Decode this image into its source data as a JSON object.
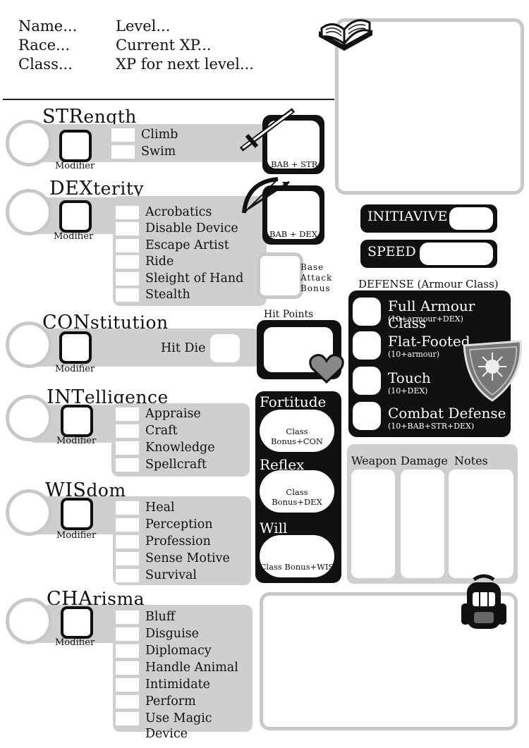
{
  "header": {
    "name": "Name...",
    "race": "Race...",
    "class": "Class...",
    "level": "Level...",
    "current_xp": "Current XP...",
    "next_xp": "XP for next level..."
  },
  "modifier_label": "Modifier",
  "str": {
    "abbr": "STR",
    "rest": "ength",
    "skills": [
      "Climb",
      "Swim"
    ],
    "attack_label": "BAB + STR"
  },
  "dex": {
    "abbr": "DEX",
    "rest": "terity",
    "skills": [
      "Acrobatics",
      "Disable Device",
      "Escape Artist",
      "Ride",
      "Sleight of Hand",
      "Stealth"
    ],
    "attack_label": "BAB + DEX"
  },
  "con": {
    "abbr": "CON",
    "rest": "stitution",
    "hit_die_label": "Hit Die"
  },
  "int": {
    "abbr": "INT",
    "rest": "elligence",
    "skills": [
      "Appraise",
      "Craft",
      "Knowledge",
      "Spellcraft"
    ]
  },
  "wis": {
    "abbr": "WIS",
    "rest": "dom",
    "skills": [
      "Heal",
      "Perception",
      "Profession",
      "Sense Motive",
      "Survival"
    ]
  },
  "cha": {
    "abbr": "CHA",
    "rest": "risma",
    "skills": [
      "Bluff",
      "Disguise",
      "Diplomacy",
      "Handle Animal",
      "Intimidate",
      "Perform",
      "Use Magic Device"
    ]
  },
  "bab": {
    "line1": "Base",
    "line2": "Attack",
    "line3": "Bonus"
  },
  "hit_points": "Hit Points",
  "saves": {
    "fortitude": {
      "title": "Fortitude",
      "formula": "Class Bonus+CON"
    },
    "reflex": {
      "title": "Reflex",
      "formula": "Class Bonus+DEX"
    },
    "will": {
      "title": "Will",
      "formula": "Class Bonus+WIS"
    }
  },
  "initiative": "INITIAVIVE",
  "speed": "SPEED",
  "defense": {
    "title": "DEFENSE",
    "subtitle": "(Armour Class)",
    "rows": [
      {
        "title": "Full Armour Class",
        "formula": "(10+armour+DEX)"
      },
      {
        "title": "Flat-Footed",
        "formula": "(10+armour)"
      },
      {
        "title": "Touch",
        "formula": "(10+DEX)"
      },
      {
        "title": "Combat Defense",
        "formula": "(10+BAB+STR+DEX)"
      }
    ]
  },
  "weapons": {
    "col1": "Weapon",
    "col2": "Damage",
    "col3": "Notes"
  },
  "icons": [
    "book-icon",
    "sword-icon",
    "bow-icon",
    "heart-icon",
    "shield-icon",
    "backpack-icon"
  ],
  "colors": {
    "panel": "#cfcfcf",
    "dark": "#111111"
  }
}
